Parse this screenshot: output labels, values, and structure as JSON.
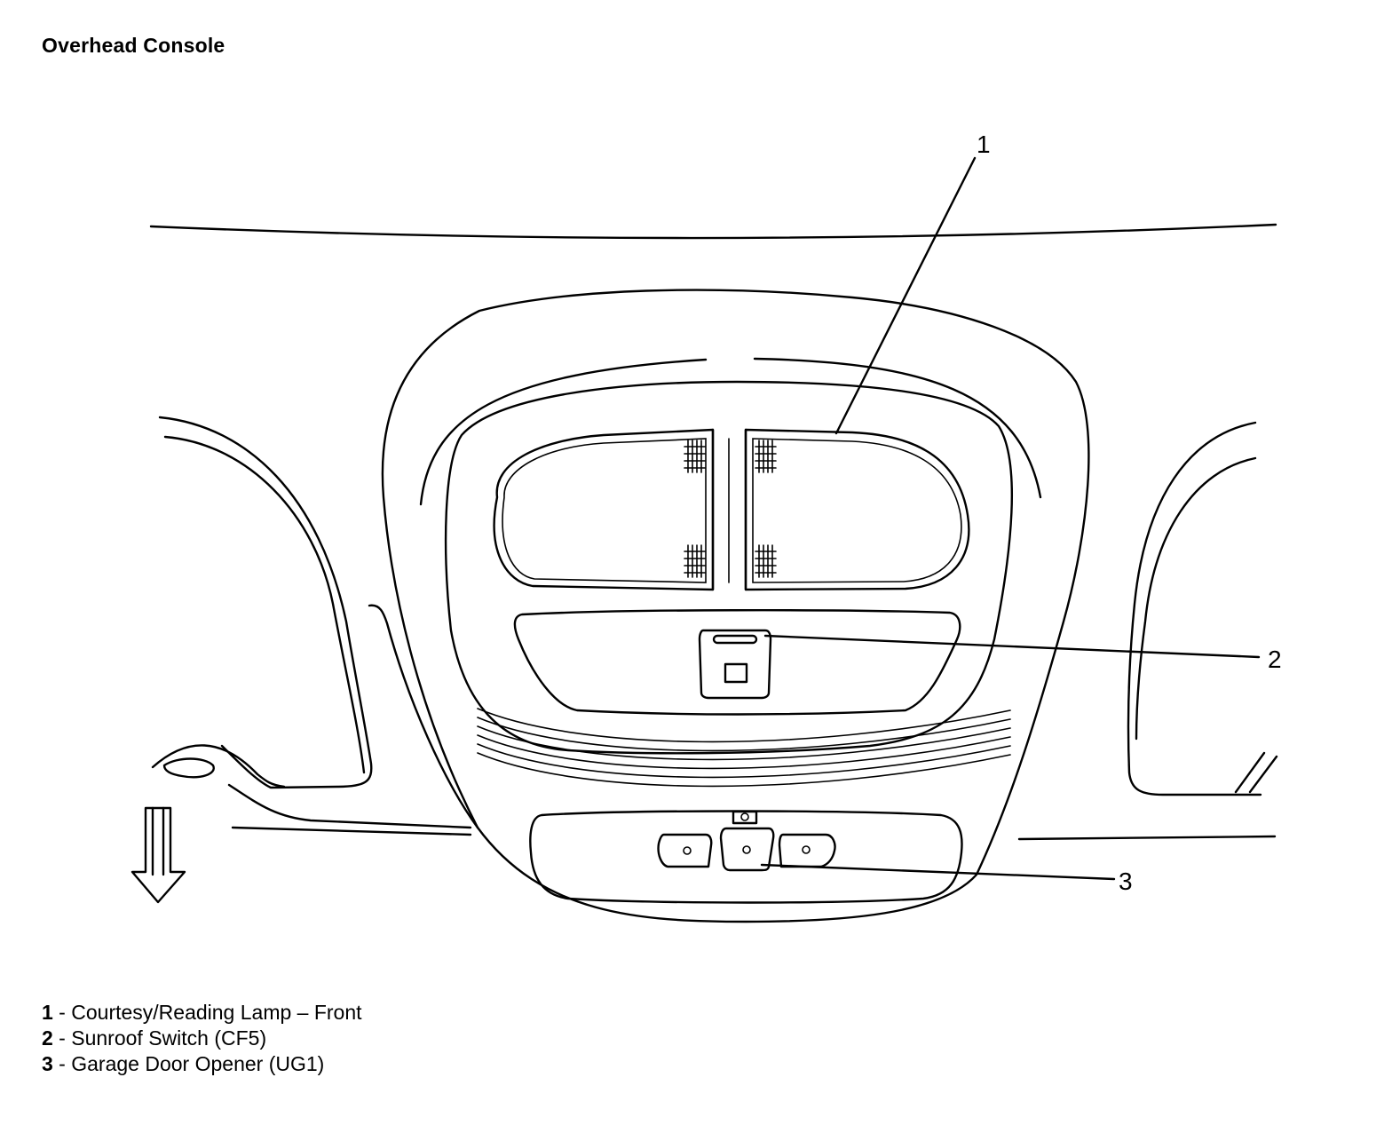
{
  "title": "Overhead Console",
  "callouts": [
    {
      "number": "1"
    },
    {
      "number": "2"
    },
    {
      "number": "3"
    }
  ],
  "legend": [
    {
      "number": "1",
      "separator": " - ",
      "text": "Courtesy/Reading Lamp – Front"
    },
    {
      "number": "2",
      "separator": " - ",
      "text": "Sunroof Switch (CF5)"
    },
    {
      "number": "3",
      "separator": " - ",
      "text": "Garage Door Opener (UG1)"
    }
  ],
  "icons": [
    "down-arrow-icon"
  ],
  "colors": {
    "line": "#000000",
    "background": "#ffffff"
  }
}
